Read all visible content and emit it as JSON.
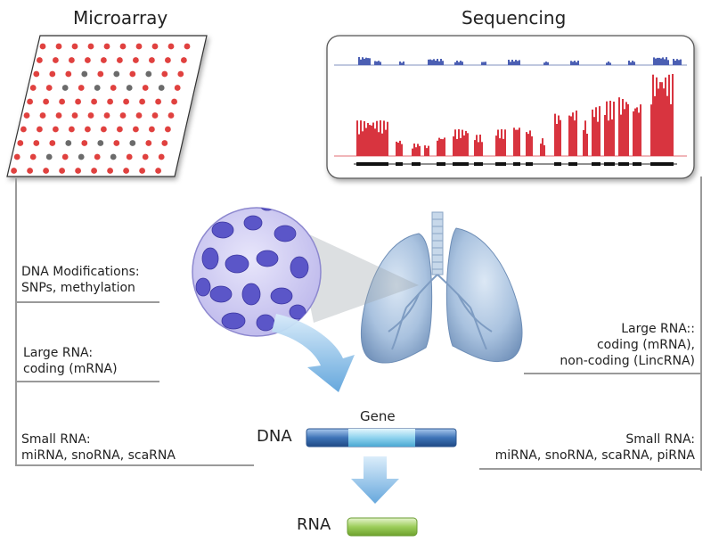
{
  "titles": {
    "left": "Microarray",
    "right": "Sequencing"
  },
  "left_labels": [
    {
      "title": "DNA Modifications:",
      "detail": "SNPs, methylation"
    },
    {
      "title": "Large RNA:",
      "detail": "coding (mRNA)"
    },
    {
      "title": "Small RNA:",
      "detail": "miRNA, snoRNA, scaRNA"
    }
  ],
  "right_labels": [
    {
      "title": "Large RNA::",
      "detail1": "coding (mRNA),",
      "detail2": "non-coding (LincRNA)"
    },
    {
      "title": "Small RNA:",
      "detail1": "miRNA, snoRNA, scaRNA, piRNA"
    }
  ],
  "flow": {
    "gene": "Gene",
    "dna": "DNA",
    "rna": "RNA"
  },
  "colors": {
    "array_red": "#e0413f",
    "array_grey": "#6b6b6b",
    "track_blue": "#4b5fb3",
    "track_red": "#d8343f",
    "arrow_blue": "#6aa9dd",
    "dna_blue": "#3e74b8",
    "gene_cyan": "#8fd3ee",
    "rna_green": "#9ccd5a",
    "lung_blue": "#9cb8d8",
    "cell_purple": "#5b56c8"
  }
}
